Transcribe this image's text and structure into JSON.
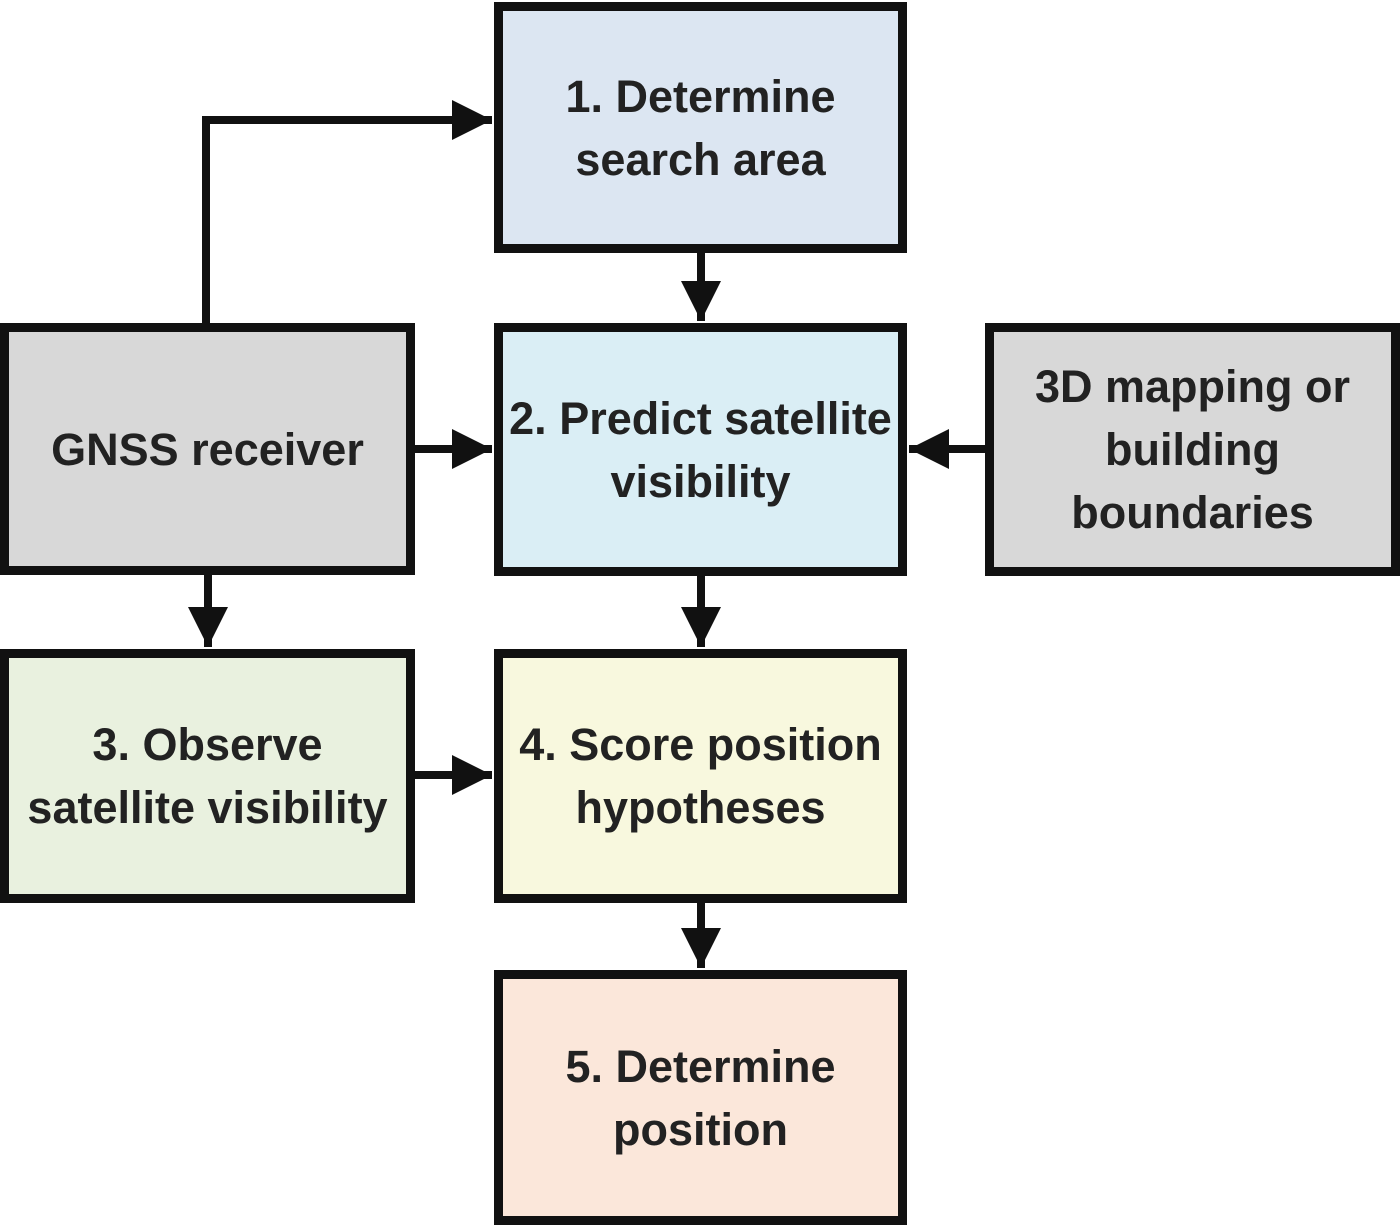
{
  "colors": {
    "stroke": "#111111",
    "text": "#222222",
    "step1_fill": "#dce6f2",
    "step2_fill": "#daeef5",
    "input_fill": "#d8d8d8",
    "step3_fill": "#e9f1df",
    "step4_fill": "#f8f8de",
    "step5_fill": "#fbe7da"
  },
  "nodes": {
    "determine_search_area": {
      "lines": [
        "1. Determine",
        "search area"
      ]
    },
    "predict_visibility": {
      "lines": [
        "2. Predict satellite",
        "visibility"
      ]
    },
    "gnss_receiver": {
      "lines": [
        "GNSS receiver"
      ]
    },
    "mapping": {
      "lines": [
        "3D mapping or",
        "building",
        "boundaries"
      ]
    },
    "observe_visibility": {
      "lines": [
        "3. Observe",
        "satellite visibility"
      ]
    },
    "score_hypotheses": {
      "lines": [
        "4. Score position",
        "hypotheses"
      ]
    },
    "determine_position": {
      "lines": [
        "5. Determine",
        "position"
      ]
    }
  },
  "edges": [
    {
      "from": "gnss_receiver",
      "to": "determine_search_area"
    },
    {
      "from": "determine_search_area",
      "to": "predict_visibility"
    },
    {
      "from": "gnss_receiver",
      "to": "predict_visibility"
    },
    {
      "from": "mapping",
      "to": "predict_visibility"
    },
    {
      "from": "gnss_receiver",
      "to": "observe_visibility"
    },
    {
      "from": "predict_visibility",
      "to": "score_hypotheses"
    },
    {
      "from": "observe_visibility",
      "to": "score_hypotheses"
    },
    {
      "from": "score_hypotheses",
      "to": "determine_position"
    }
  ]
}
